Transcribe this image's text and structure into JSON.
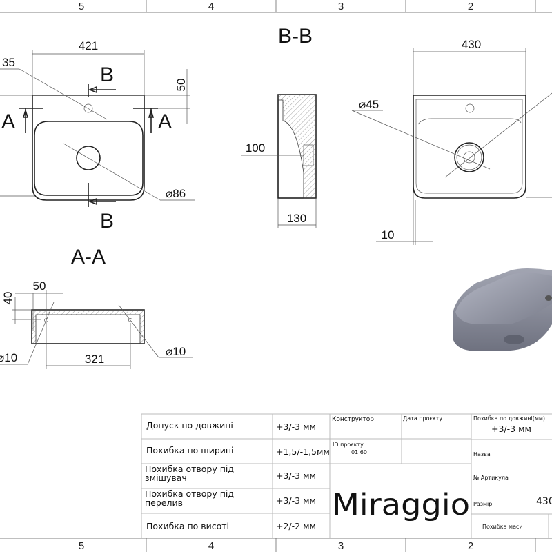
{
  "frame": {
    "columns_top": [
      "5",
      "4",
      "3",
      "2"
    ],
    "columns_bottom": [
      "5",
      "4",
      "3",
      "2"
    ]
  },
  "top_view": {
    "width_dim": "421",
    "tap_hole_dim": "35",
    "offset_dim": "50",
    "drain_dim": "⌀86",
    "section_b_top": "B",
    "section_b_bottom": "B",
    "section_a_left": "A",
    "section_a_right": "A"
  },
  "section_bb": {
    "title": "B-B",
    "depth_dim": "100",
    "height_dim": "130"
  },
  "front_view": {
    "width_dim": "430",
    "drain_dim": "⌀45",
    "wall_dim": "10"
  },
  "section_aa": {
    "title": "A-A",
    "offset_dim": "50",
    "height_dim": "40",
    "hole_left_dim": "⌀10",
    "inner_width_dim": "321",
    "hole_right_dim": "⌀10"
  },
  "colors": {
    "basin": "#8c8f9c",
    "basin_light": "#b4b7c4",
    "basin_dark": "#6f7280"
  },
  "title_block": {
    "tolerances": [
      {
        "label": "Допуск по довжині",
        "value": "+3/-3 мм"
      },
      {
        "label": "Похибка по ширині",
        "value": "+1,5/-1,5мм"
      },
      {
        "label": "Похибка отвору під змішувач",
        "value": "+3/-3 мм"
      },
      {
        "label": "Похибка отвору під перелив",
        "value": "+3/-3 мм"
      },
      {
        "label": "Похибка по висоті",
        "value": "+2/-2 мм"
      }
    ],
    "designer_label": "Конструктор",
    "project_date_label": "Дата проєкту",
    "project_id_label": "ID проєкту",
    "project_id_value": "01.60",
    "brand": "Miraggio",
    "length_tolerance_label": "Похибка по довжині(мм)",
    "length_tolerance_value": "+3/-3 мм",
    "name_label": "Назва",
    "article_label": "№ Артикула",
    "size_label": "Размір",
    "size_value": "430",
    "mass_tolerance_label": "Похибка маси"
  }
}
